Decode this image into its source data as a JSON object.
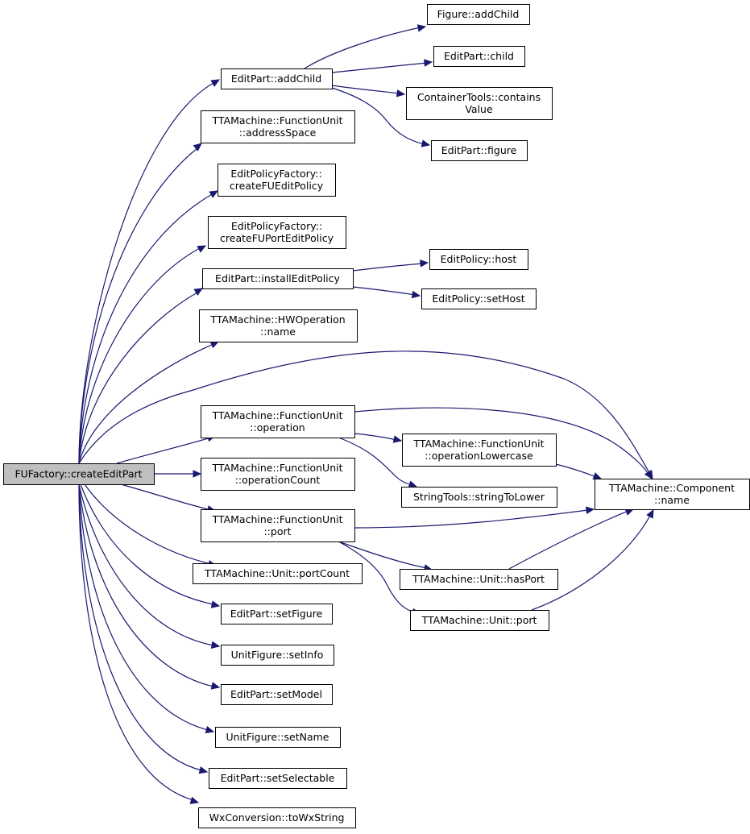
{
  "diagram": {
    "nodes": [
      {
        "id": "root",
        "lines": [
          "FUFactory::createEditPart"
        ],
        "root": true
      },
      {
        "id": "ep_addChild",
        "lines": [
          "EditPart::addChild"
        ]
      },
      {
        "id": "fig_addChild",
        "lines": [
          "Figure::addChild"
        ]
      },
      {
        "id": "ep_child",
        "lines": [
          "EditPart::child"
        ]
      },
      {
        "id": "ct_contains",
        "lines": [
          "ContainerTools::contains",
          "Value"
        ]
      },
      {
        "id": "ep_figure",
        "lines": [
          "EditPart::figure"
        ]
      },
      {
        "id": "fu_addressSpace",
        "lines": [
          "TTAMachine::FunctionUnit",
          "::addressSpace"
        ]
      },
      {
        "id": "epf_createFU",
        "lines": [
          "EditPolicyFactory::",
          "createFUEditPolicy"
        ]
      },
      {
        "id": "epf_createFUPort",
        "lines": [
          "EditPolicyFactory::",
          "createFUPortEditPolicy"
        ]
      },
      {
        "id": "ep_install",
        "lines": [
          "EditPart::installEditPolicy"
        ]
      },
      {
        "id": "epol_host",
        "lines": [
          "EditPolicy::host"
        ]
      },
      {
        "id": "epol_setHost",
        "lines": [
          "EditPolicy::setHost"
        ]
      },
      {
        "id": "hwop_name",
        "lines": [
          "TTAMachine::HWOperation",
          "::name"
        ]
      },
      {
        "id": "fu_operation",
        "lines": [
          "TTAMachine::FunctionUnit",
          "::operation"
        ]
      },
      {
        "id": "fu_opLower",
        "lines": [
          "TTAMachine::FunctionUnit",
          "::operationLowercase"
        ]
      },
      {
        "id": "st_toLower",
        "lines": [
          "StringTools::stringToLower"
        ]
      },
      {
        "id": "comp_name",
        "lines": [
          "TTAMachine::Component",
          "::name"
        ]
      },
      {
        "id": "fu_opCount",
        "lines": [
          "TTAMachine::FunctionUnit",
          "::operationCount"
        ]
      },
      {
        "id": "fu_port",
        "lines": [
          "TTAMachine::FunctionUnit",
          "::port"
        ]
      },
      {
        "id": "unit_portCount",
        "lines": [
          "TTAMachine::Unit::portCount"
        ]
      },
      {
        "id": "unit_hasPort",
        "lines": [
          "TTAMachine::Unit::hasPort"
        ]
      },
      {
        "id": "unit_port",
        "lines": [
          "TTAMachine::Unit::port"
        ]
      },
      {
        "id": "ep_setFigure",
        "lines": [
          "EditPart::setFigure"
        ]
      },
      {
        "id": "uf_setInfo",
        "lines": [
          "UnitFigure::setInfo"
        ]
      },
      {
        "id": "ep_setModel",
        "lines": [
          "EditPart::setModel"
        ]
      },
      {
        "id": "uf_setName",
        "lines": [
          "UnitFigure::setName"
        ]
      },
      {
        "id": "ep_setSelectable",
        "lines": [
          "EditPart::setSelectable"
        ]
      },
      {
        "id": "wx_toWx",
        "lines": [
          "WxConversion::toWxString"
        ]
      }
    ],
    "edges": [
      {
        "from": "root",
        "to": "ep_addChild"
      },
      {
        "from": "root",
        "to": "fu_addressSpace"
      },
      {
        "from": "root",
        "to": "epf_createFU"
      },
      {
        "from": "root",
        "to": "epf_createFUPort"
      },
      {
        "from": "root",
        "to": "ep_install"
      },
      {
        "from": "root",
        "to": "hwop_name"
      },
      {
        "from": "root",
        "to": "comp_name"
      },
      {
        "from": "root",
        "to": "fu_operation"
      },
      {
        "from": "root",
        "to": "fu_opCount"
      },
      {
        "from": "root",
        "to": "fu_port"
      },
      {
        "from": "root",
        "to": "unit_portCount"
      },
      {
        "from": "root",
        "to": "ep_setFigure"
      },
      {
        "from": "root",
        "to": "uf_setInfo"
      },
      {
        "from": "root",
        "to": "ep_setModel"
      },
      {
        "from": "root",
        "to": "uf_setName"
      },
      {
        "from": "root",
        "to": "ep_setSelectable"
      },
      {
        "from": "root",
        "to": "wx_toWx"
      },
      {
        "from": "ep_addChild",
        "to": "fig_addChild"
      },
      {
        "from": "ep_addChild",
        "to": "ep_child"
      },
      {
        "from": "ep_addChild",
        "to": "ct_contains"
      },
      {
        "from": "ep_addChild",
        "to": "ep_figure"
      },
      {
        "from": "ep_install",
        "to": "epol_host"
      },
      {
        "from": "ep_install",
        "to": "epol_setHost"
      },
      {
        "from": "fu_operation",
        "to": "comp_name"
      },
      {
        "from": "fu_operation",
        "to": "fu_opLower"
      },
      {
        "from": "fu_operation",
        "to": "st_toLower"
      },
      {
        "from": "fu_opLower",
        "to": "comp_name"
      },
      {
        "from": "fu_port",
        "to": "comp_name"
      },
      {
        "from": "fu_port",
        "to": "unit_hasPort"
      },
      {
        "from": "fu_port",
        "to": "unit_port"
      },
      {
        "from": "unit_hasPort",
        "to": "comp_name"
      },
      {
        "from": "unit_port",
        "to": "comp_name"
      }
    ],
    "colors": {
      "edge": "#191970",
      "root_fill": "#bfbfbf",
      "node_fill": "#ffffff",
      "border": "#000000"
    }
  }
}
